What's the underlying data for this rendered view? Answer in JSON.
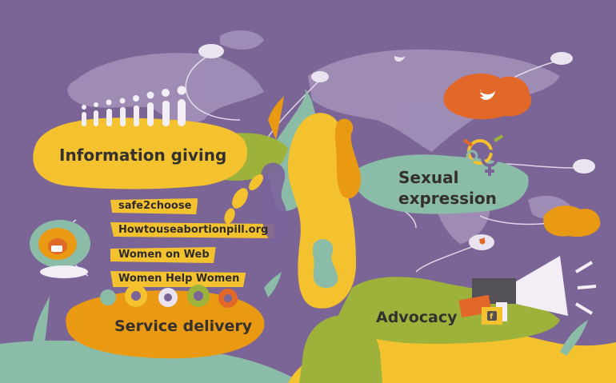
{
  "labels": {
    "information_giving": "Information giving",
    "sexual_expression_line1": "Sexual",
    "sexual_expression_line2": "expression",
    "service_delivery": "Service delivery",
    "advocacy": "Advocacy"
  },
  "links": [
    {
      "text": "safe2choose"
    },
    {
      "text": "Howtouseabortionpill.org"
    },
    {
      "text": "Women on Web"
    },
    {
      "text": "Women Help Women"
    }
  ],
  "icons": [
    "bird-icon",
    "twitter-icon",
    "facebook-icon",
    "megaphone-icon",
    "gender-symbols-icon",
    "people-icon",
    "gears-icon",
    "chat-bubble-icon"
  ],
  "colors": {
    "background": "#7b6496",
    "yellow": "#f4c22e",
    "orange": "#ea9a12",
    "green": "#9db23a",
    "teal": "#8bbca8",
    "red_orange": "#e2682a",
    "map": "#a493bb"
  }
}
